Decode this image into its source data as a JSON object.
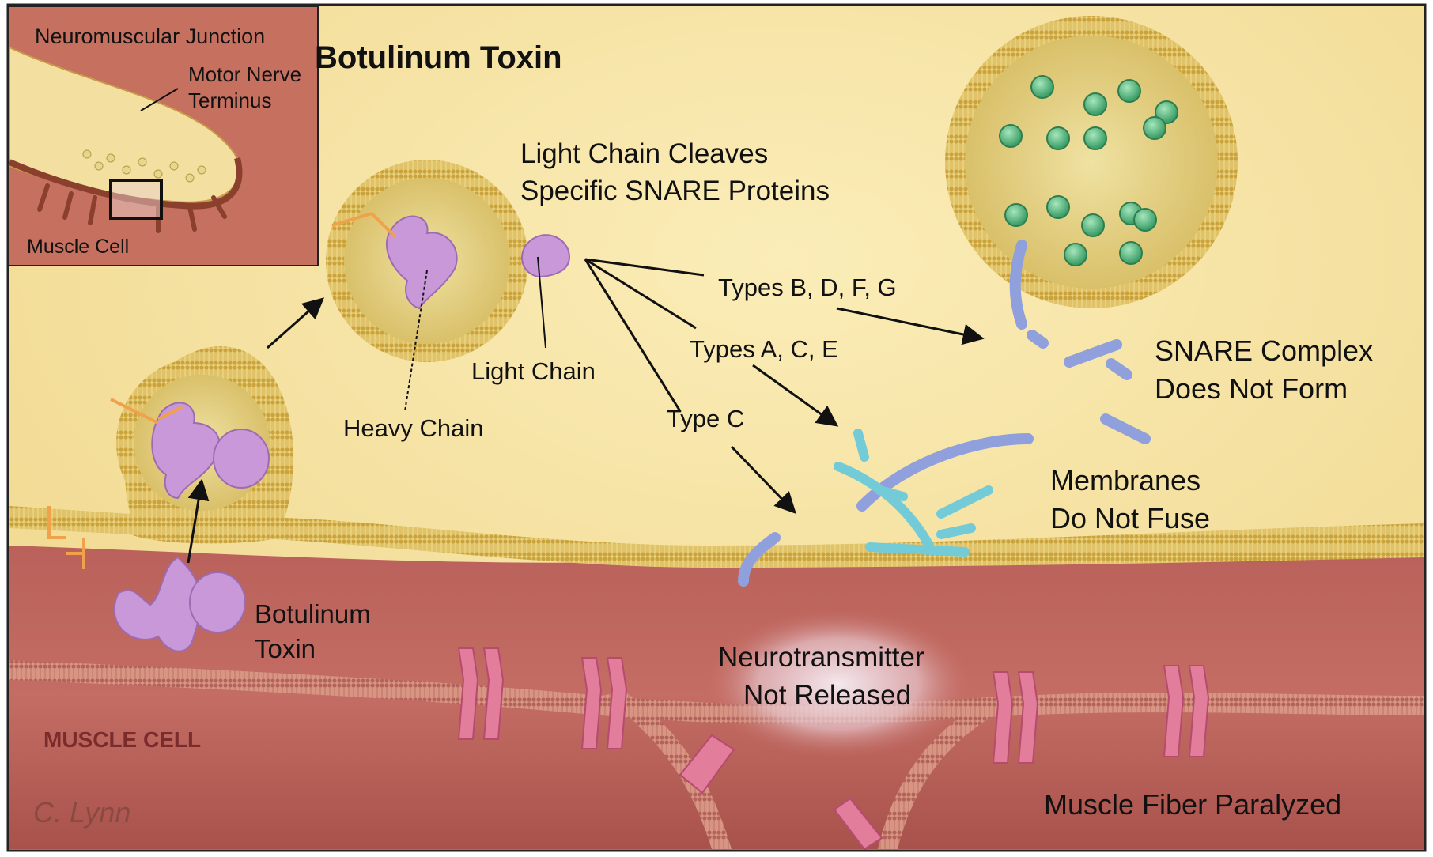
{
  "title": "Botulinum Toxin",
  "inset": {
    "title": "Neuromuscular Junction",
    "motor_nerve_line1": "Motor Nerve",
    "motor_nerve_line2": "Terminus",
    "muscle_cell": "Muscle Cell"
  },
  "labels": {
    "light_chain_cleaves_line1": "Light Chain Cleaves",
    "light_chain_cleaves_line2": "Specific SNARE Proteins",
    "types_bdfg": "Types B, D, F, G",
    "types_ace": "Types A, C, E",
    "type_c": "Type C",
    "light_chain": "Light Chain",
    "heavy_chain": "Heavy Chain",
    "snare_line1": "SNARE Complex",
    "snare_line2": "Does Not Form",
    "membranes_line1": "Membranes",
    "membranes_line2": "Do Not Fuse",
    "toxin_line1": "Botulinum",
    "toxin_line2": "Toxin",
    "neurotransmitter_line1": "Neurotransmitter",
    "neurotransmitter_line2": "Not Released",
    "muscle_cell_caps": "MUSCLE CELL",
    "paralyzed": "Muscle Fiber Paralyzed",
    "signature": "C. Lynn"
  },
  "colors": {
    "nerve_cytoplasm": "#f6e4a6",
    "muscle": "#c2675f",
    "membrane": "#d9b84c",
    "toxin": "#c898d8",
    "neurotransmitter": "#5fbf84",
    "snare_blue": "#8fa0dc",
    "snare_cyan": "#74cbd8",
    "receptor": "#e27d9c"
  }
}
